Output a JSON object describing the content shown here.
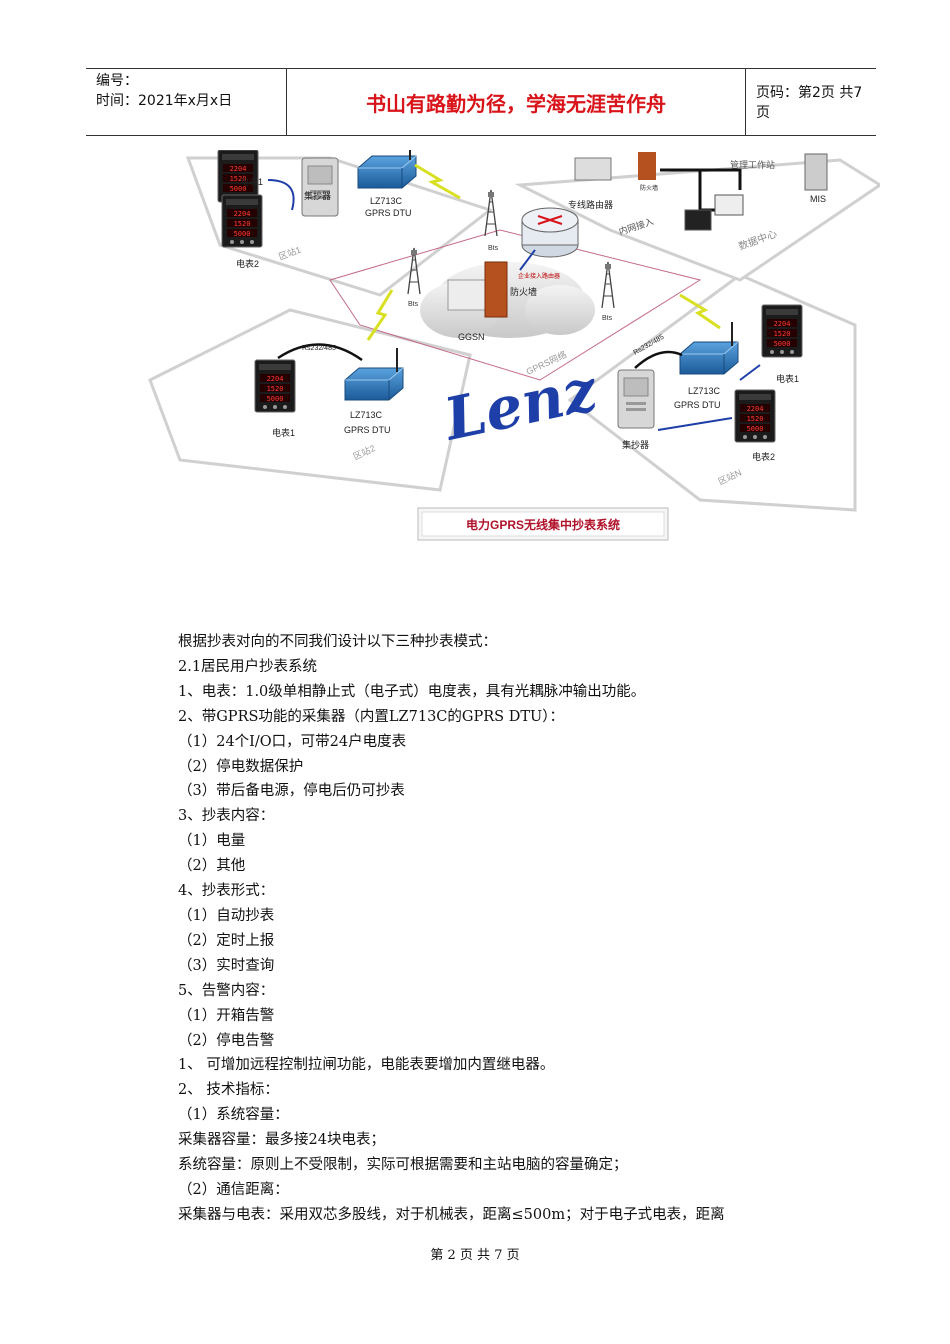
{
  "header": {
    "number_label": "编号：",
    "time_label": "时间：2021年x月x日",
    "motto": "书山有路勤为径，学海无涯苦作舟",
    "page_label": "页码：第2页  共7页"
  },
  "diagram": {
    "caption": "电力GPRS无线集中抄表系统",
    "brand": "Lenz",
    "labels": {
      "meter1": "电表1",
      "meter2": "电表2",
      "collector": "集抄器",
      "dtu_model": "LZ713C",
      "dtu_type": "GPRS DTU",
      "bts": "Bts",
      "ggsn": "GGSN",
      "firewall": "防火墙",
      "firewall_small": "防火墙",
      "router_access": "企业接入路由器",
      "router_special": "专线路由器",
      "gprs_network": "GPRS网络",
      "intranet": "内网接入",
      "mgmt_station": "管理工作站",
      "data_center": "数据中心",
      "mis": "MIS",
      "rs232": "Rs232/485",
      "zone1": "区站1",
      "zone2": "区站2",
      "zoneN": "区站N"
    }
  },
  "body_lines": [
    "根据抄表对向的不同我们设计以下三种抄表模式：",
    "2.1居民用户抄表系统",
    "1、电表：1.0级单相静止式（电子式）电度表，具有光耦脉冲输出功能。",
    "2、带GPRS功能的采集器（内置LZ713C的GPRS DTU）：",
    "（1）24个I/O口，可带24户电度表",
    "（2）停电数据保护",
    "（3）带后备电源，停电后仍可抄表",
    "3、抄表内容：",
    "（1）电量",
    "（2）其他",
    "4、抄表形式：",
    "（1）自动抄表",
    "（2）定时上报",
    "（3）实时查询",
    "5、告警内容：",
    "（1）开箱告警",
    "（2）停电告警",
    "1、  可增加远程控制拉闸功能，电能表要增加内置继电器。",
    "2、  技术指标：",
    "（1）系统容量：",
    "采集器容量：最多接24块电表；",
    "系统容量：原则上不受限制，实际可根据需要和主站电脑的容量确定；",
    "（2）通信距离：",
    "采集器与电表：采用双芯多股线，对于机械表，距离≤500m；对于电子式电表，距离"
  ],
  "footer": "第 2 页 共 7 页",
  "colors": {
    "motto": "#d8141a",
    "dtu_blue": "#2b6fb3",
    "lightning": "#d9e021",
    "link_blue": "#1f3fa8",
    "zone_line": "#c46a8a"
  }
}
